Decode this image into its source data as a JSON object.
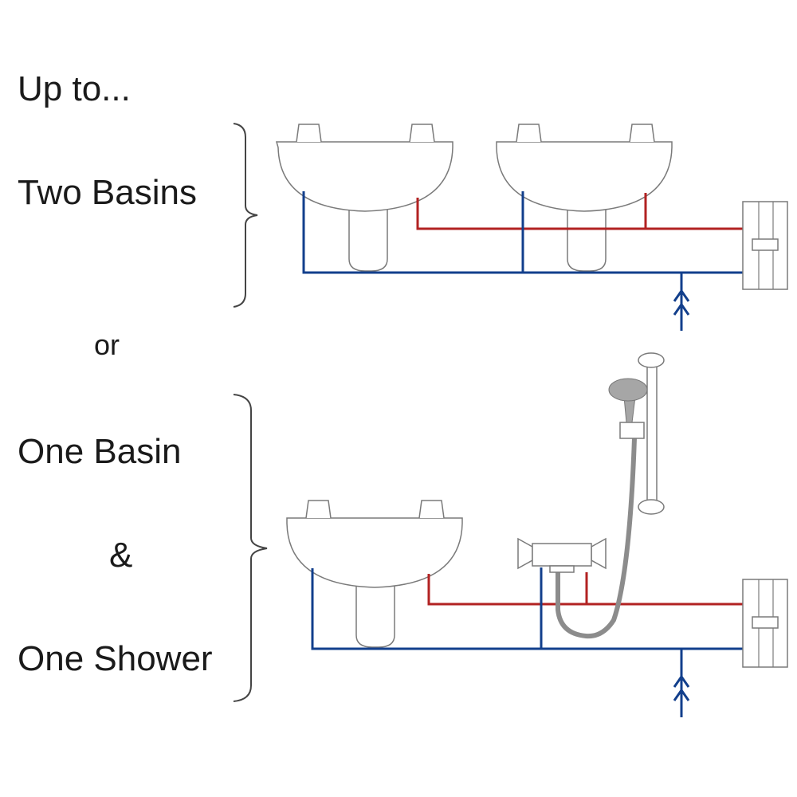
{
  "labels": {
    "intro": "Up to...",
    "option_a": "Two Basins",
    "separator": "or",
    "option_b_line1": "One Basin",
    "option_b_amp": "&",
    "option_b_line2": "One Shower"
  },
  "colors": {
    "hot_pipe": "#b22222",
    "cold_pipe": "#123f8c",
    "hose": "#8c8c8c",
    "outline": "#7a7a7a",
    "bracket": "#444444",
    "inlet_arrow": "#123f8c"
  }
}
